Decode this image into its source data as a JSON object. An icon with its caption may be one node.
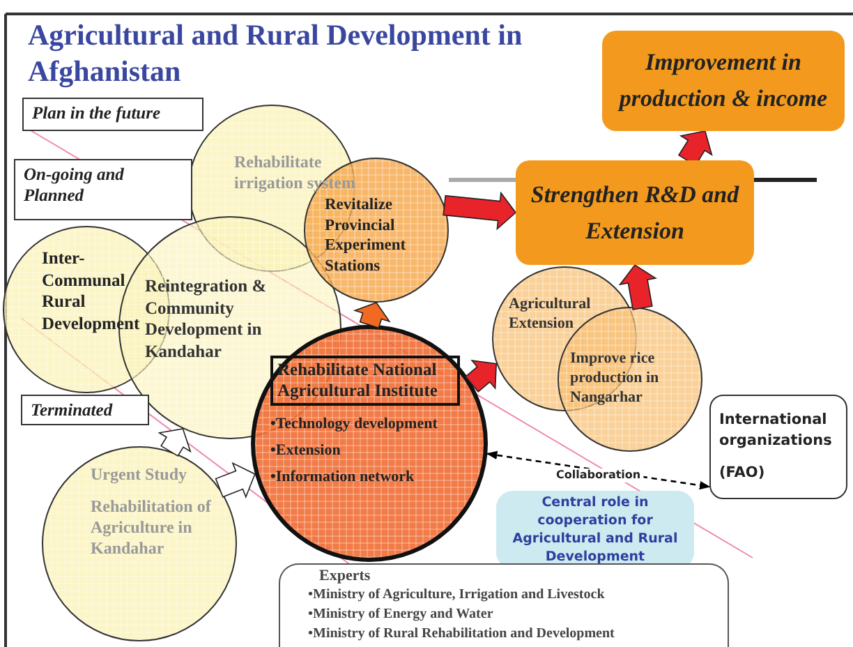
{
  "diagram": {
    "title": "Agricultural and Rural Development in Afghanistan",
    "nodes": [
      {
        "text": [
          "Plan in the future"
        ]
      },
      {
        "text": [
          "On-going and Planned"
        ]
      },
      {
        "text": [
          "Terminated"
        ]
      },
      {
        "text": [
          "Rehabilitate irrigation system"
        ]
      },
      {
        "text": [
          "Inter-Communal Rural Development"
        ]
      },
      {
        "text": [
          "Reintegration & Community Development in Kandahar"
        ]
      },
      {
        "text": [
          "Revitalize Provincial Experiment Stations"
        ]
      },
      {
        "text": [
          "Agricultural Extension"
        ]
      },
      {
        "text": [
          "Improve rice production in Nangarhar"
        ]
      },
      {
        "text": [
          "Rehabilitate National Agricultural Institute",
          "•Technology development",
          "•Extension",
          "•Information network"
        ]
      },
      {
        "text": [
          "Urgent Study",
          "Rehabilitation of Agriculture in Kandahar"
        ]
      },
      {
        "text": [
          "Strengthen R&D and Extension"
        ]
      },
      {
        "text": [
          "Improvement in production & income"
        ]
      },
      {
        "text": [
          "International organizations",
          "(FAO)"
        ]
      },
      {
        "text": [
          "Central role in cooperation for Agricultural and Rural Development"
        ]
      },
      {
        "text": [
          "Experts",
          "•Ministry of Agriculture, Irrigation and Livestock",
          "•Ministry of Energy and Water",
          "•Ministry of Rural Rehabilitation and Development"
        ]
      }
    ],
    "edges": [
      {
        "from": 6,
        "to": 11,
        "arrow": "to",
        "style": "thick"
      },
      {
        "from": 8,
        "to": 11,
        "arrow": "to",
        "style": "thick"
      },
      {
        "from": 11,
        "to": 12,
        "arrow": "to",
        "style": "thick"
      },
      {
        "from": 9,
        "to": 7,
        "arrow": "to",
        "style": "thick"
      },
      {
        "from": 9,
        "to": 6,
        "arrow": "to",
        "style": "thick",
        "color": "#f26a21"
      },
      {
        "from": 10,
        "to": 5,
        "arrow": "to",
        "style": "thick",
        "color": "#ffffff"
      },
      {
        "from": 10,
        "to": 9,
        "arrow": "to",
        "style": "thick",
        "color": "#ffffff"
      },
      {
        "from": 9,
        "to": 13,
        "arrow": "both",
        "style": "dashed",
        "color": "#000000",
        "label": "Collaboration"
      }
    ]
  }
}
